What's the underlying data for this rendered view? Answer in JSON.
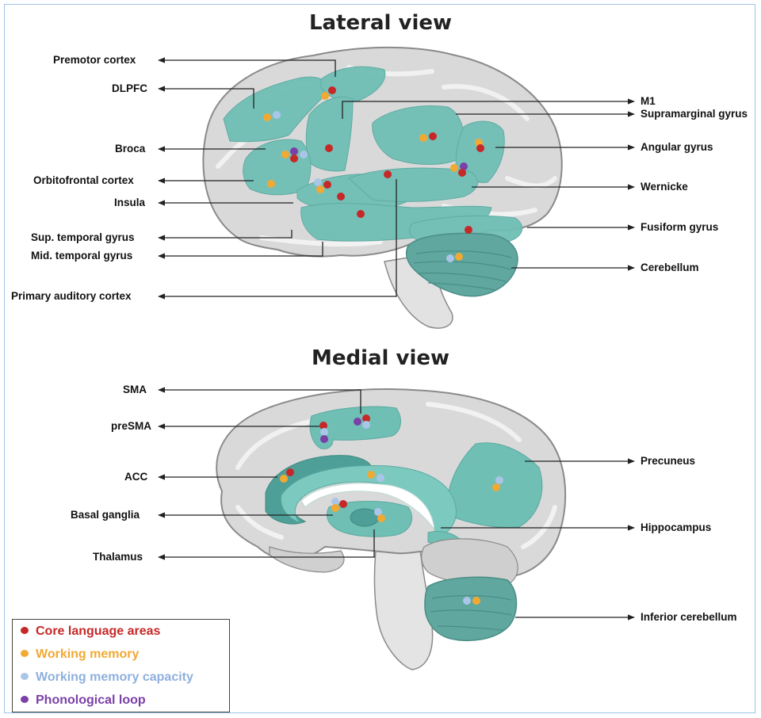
{
  "titles": {
    "lateral": "Lateral view",
    "medial": "Medial view"
  },
  "lateral_labels": {
    "left": [
      "Premotor cortex",
      "DLPFC",
      "Broca",
      "Orbitofrontal cortex",
      "Insula",
      "Sup. temporal gyrus",
      "Mid. temporal gyrus",
      "Primary auditory cortex"
    ],
    "right": [
      "M1",
      "Supramarginal gyrus",
      "Angular gyrus",
      "Wernicke",
      "Fusiform gyrus",
      "Cerebellum"
    ]
  },
  "medial_labels": {
    "left": [
      "SMA",
      "preSMA",
      "ACC",
      "Basal ganglia",
      "Thalamus"
    ],
    "right": [
      "Precuneus",
      "Hippocampus",
      "Inferior cerebellum"
    ]
  },
  "legend": [
    {
      "label": "Core language areas",
      "color": "#c62828"
    },
    {
      "label": "Working memory",
      "color": "#f2a933"
    },
    {
      "label": "Working memory capacity",
      "color": "#a9c6e8"
    },
    {
      "label": "Phonological loop",
      "color": "#7b3fa8"
    }
  ],
  "colors": {
    "region": "#6fbfb5",
    "brain": "#d9d9d9",
    "outline": "#8a8a8a",
    "legend_core_text": "#c62828",
    "legend_wm_text": "#f2a933",
    "legend_wmc_text": "#8fb0de",
    "legend_pl_text": "#7b3fa8"
  }
}
